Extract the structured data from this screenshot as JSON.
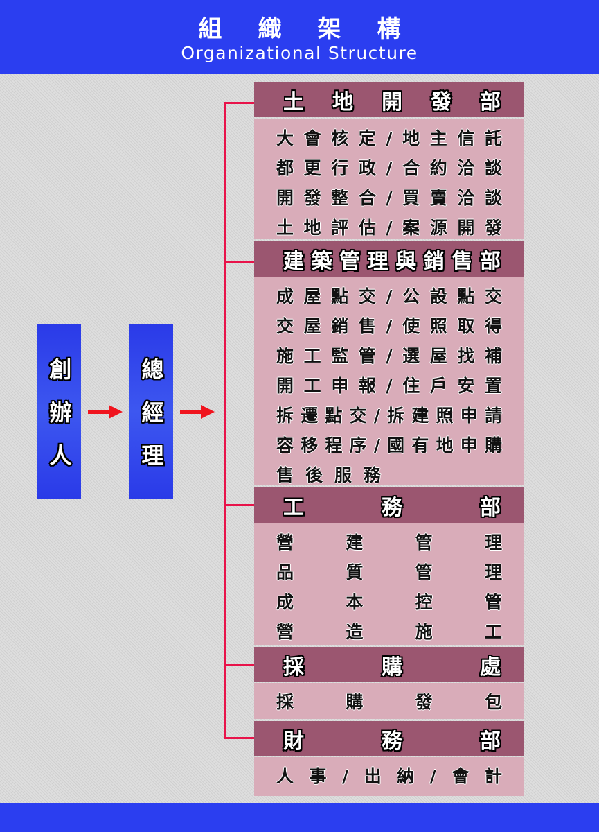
{
  "header": {
    "title": "組織架構",
    "subtitle": "Organizational Structure"
  },
  "people": [
    {
      "label": "創辦人"
    },
    {
      "label": "總經理"
    }
  ],
  "colors": {
    "header_blue": "#2b3ef0",
    "connector_red": "#e8134a",
    "dept_header": "#9b5670",
    "dept_body": "#d9acb9"
  },
  "departments": [
    {
      "name": "土地開發部",
      "items": [
        "大會核定/地主信託",
        "都更行政/合約洽談",
        "開發整合/買賣洽談",
        "土地評估/案源開發"
      ]
    },
    {
      "name": "建築管理與銷售部",
      "items": [
        "成屋點交/公設點交",
        "交屋銷售/使照取得",
        "施工監管/選屋找補",
        "開工申報/住戶安置",
        "拆遷點交/拆建照申請",
        "容移程序/國有地申購",
        "售後服務"
      ]
    },
    {
      "name": "工務部",
      "items": [
        "營建管理",
        "品質管理",
        "成本控管",
        "營造施工"
      ]
    },
    {
      "name": "採購處",
      "items": [
        "採購發包"
      ]
    },
    {
      "name": "財務部",
      "items": [
        "人事/出納/會計"
      ]
    }
  ]
}
